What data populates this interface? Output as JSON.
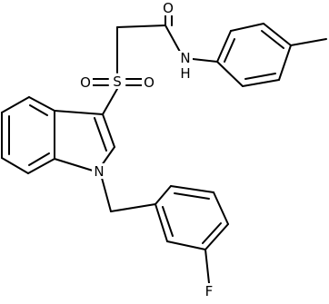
{
  "molecule": {
    "atom_labels": {
      "oxygen_carbonyl": "O",
      "nitrogen_amide": "N",
      "hydrogen_amide": "H",
      "sulfur": "S",
      "oxygen_sulfonyl_left": "O",
      "oxygen_sulfonyl_right": "O",
      "nitrogen_indole": "N",
      "fluorine": "F"
    }
  },
  "colors": {
    "bond": "#000000",
    "label": "#000000",
    "background": "#ffffff"
  }
}
